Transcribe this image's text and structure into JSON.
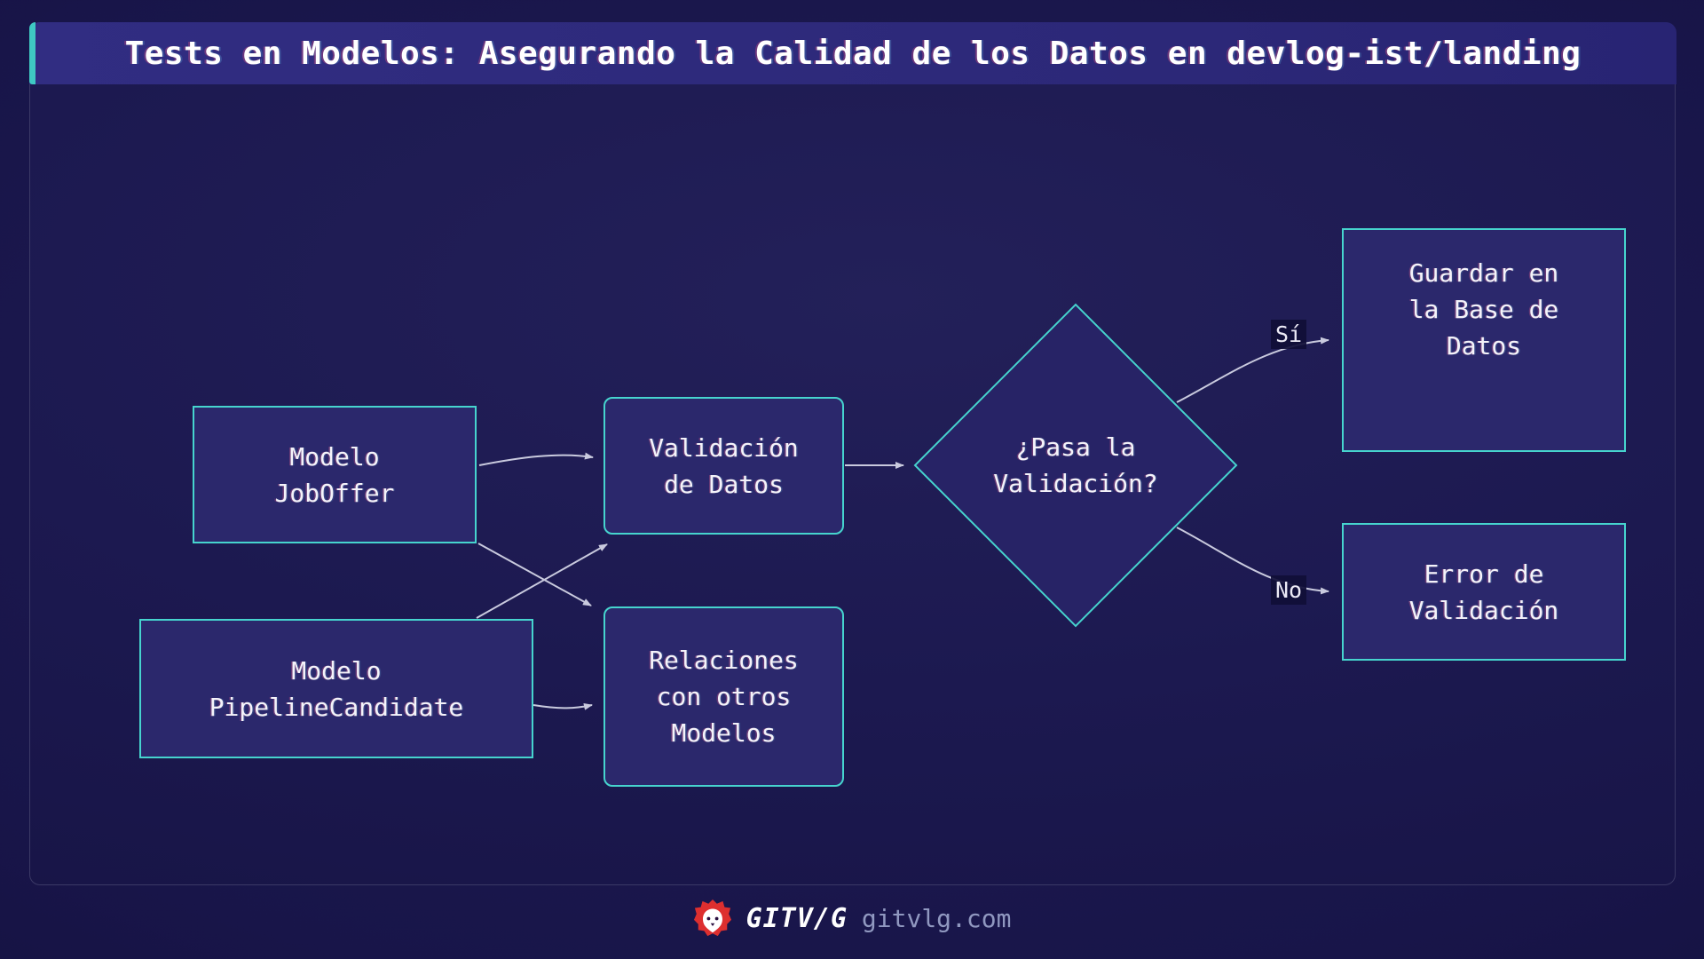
{
  "title": "Tests en Modelos: Asegurando la Calidad de los Datos en devlog-ist/landing",
  "diagram": {
    "nodes": {
      "joboffer": {
        "lines": [
          "Modelo",
          "JobOffer"
        ]
      },
      "pipeline": {
        "lines": [
          "Modelo",
          "PipelineCandidate"
        ]
      },
      "validacion": {
        "lines": [
          "Validación",
          "de Datos"
        ]
      },
      "relaciones": {
        "lines": [
          "Relaciones",
          "con otros",
          "Modelos"
        ]
      },
      "decision": {
        "lines": [
          "¿Pasa la",
          "Validación?"
        ]
      },
      "guardar": {
        "lines": [
          "Guardar en",
          "la Base de",
          "Datos"
        ]
      },
      "error": {
        "lines": [
          "Error de",
          "Validación"
        ]
      }
    },
    "edges": [
      {
        "from": "joboffer",
        "to": "validacion",
        "label": ""
      },
      {
        "from": "joboffer",
        "to": "relaciones",
        "label": ""
      },
      {
        "from": "pipeline",
        "to": "validacion",
        "label": ""
      },
      {
        "from": "pipeline",
        "to": "relaciones",
        "label": ""
      },
      {
        "from": "validacion",
        "to": "decision",
        "label": ""
      },
      {
        "from": "decision",
        "to": "guardar",
        "label": "Sí"
      },
      {
        "from": "decision",
        "to": "error",
        "label": "No"
      }
    ],
    "edge_labels": {
      "yes": "Sí",
      "no": "No"
    }
  },
  "footer": {
    "logo_icon": "lion-icon",
    "brand": "GITV/G",
    "site": "gitvlg.com"
  },
  "colors": {
    "accent_teal": "#3fc9c3",
    "node_border": "#46d4ce",
    "node_fill": "#2b286c",
    "diamond_fill": "#272366",
    "title_bar": "#2e2a7d",
    "arrow": "#c9cade",
    "logo_red": "#dd2f2f",
    "page_bg": "#151243"
  }
}
